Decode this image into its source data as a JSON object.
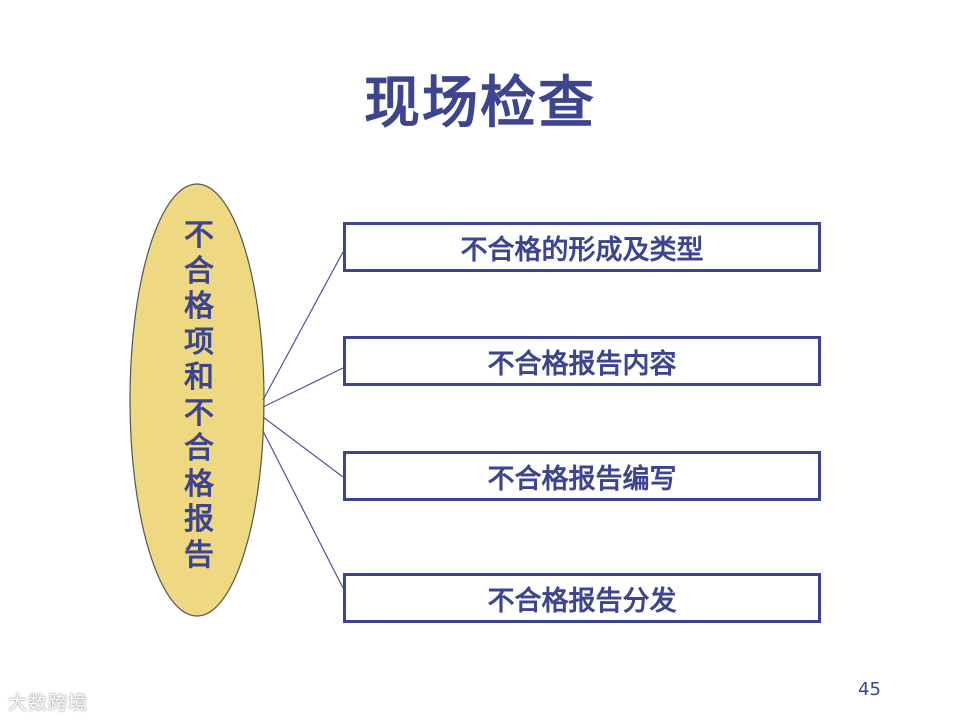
{
  "slide": {
    "title": "现场检查",
    "page_number": "45",
    "watermark": "大数跨境"
  },
  "diagram": {
    "root": {
      "label": "不合格项和不合格报告",
      "chars": [
        "不",
        "合",
        "格",
        "项",
        "和",
        "不",
        "合",
        "格",
        "报",
        "告"
      ],
      "fill": "#eed882",
      "stroke": "#555555"
    },
    "children": [
      {
        "label": "不合格的形成及类型"
      },
      {
        "label": "不合格报告内容"
      },
      {
        "label": "不合格报告编写"
      },
      {
        "label": "不合格报告分发"
      }
    ],
    "colors": {
      "text": "#3e4590",
      "box_border": "#3e4590",
      "connector": "#4d5599"
    }
  }
}
